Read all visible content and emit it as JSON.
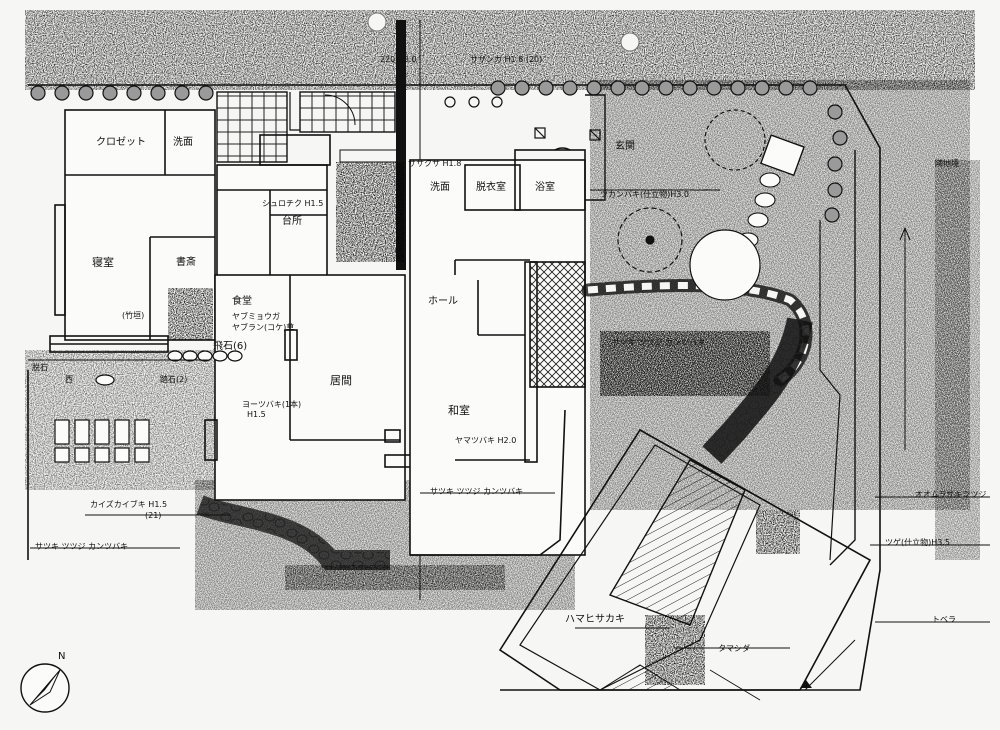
{
  "rooms": {
    "closet": "クロゼット",
    "senmen_tl": "洗面",
    "bedroom": "寝室",
    "study": "書斎",
    "kitchen": "台所",
    "dining": "食堂",
    "living": "居間",
    "hall": "ホール",
    "washroom": "脱衣室",
    "bath": "浴室",
    "senmen_mid": "洗面",
    "washitsu": "和室",
    "genkan": "玄関"
  },
  "plants": {
    "top_hedge": "サザンカ H1.8 (20)",
    "top_small": "220 H3.0",
    "shurochiku": "シュロチク H1.5",
    "sasa": "ササクサ H1.8",
    "kanzashi": "ツカンバキ(仕立物)H3.0",
    "kaizuka": "カイズカイブキ H1.5",
    "kaizuka_count": "(21)",
    "yama_gyo": "ヤマツバキ H2.0",
    "kokekusa": "ヤブミョウガ",
    "kokekusa2": "ヤブラン(コケ)草",
    "hamahisakaki": "ハマヒサカキ",
    "tamamaki": "タマシダ",
    "obou": "オオムラサキツツジ",
    "tsuge": "ツゲ(仕立物)H3.5",
    "satsuki_center": "サツキ ツツジ カンツバキ",
    "satsuki_path": "サツキ ツツジ カンツバキ",
    "satsuki_low": "サツキ ツツジ カンツバキ",
    "yomi": "ヨーツバキ(1本)",
    "yomi_h": "H1.5"
  },
  "features": {
    "stone_count": "飛石(6)",
    "fumiishi": "踏石(2)",
    "nukeishi": "脱石",
    "west_label": "西",
    "north_label": "N",
    "boundary_label": "隣地境",
    "path_label": "トベラ",
    "bin": "(竹垣)"
  }
}
